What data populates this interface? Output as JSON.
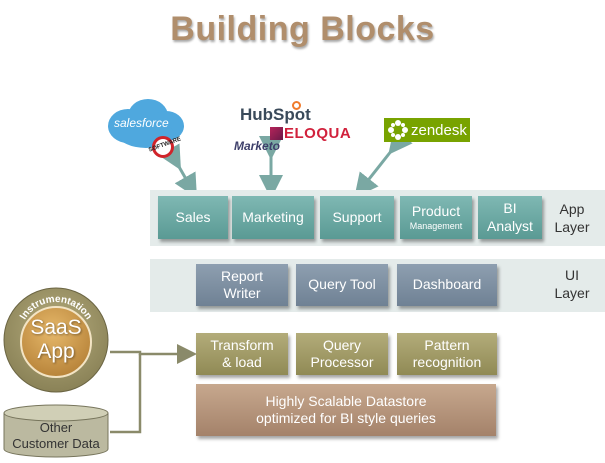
{
  "title": "Building Blocks",
  "logos": {
    "salesforce": "salesforce",
    "software": "SOFTWARE",
    "hubspot": "HubSpot",
    "eloqua": "ELOQUA",
    "marketo": "Marketo",
    "zendesk": "zendesk"
  },
  "app_layer": {
    "label_line1": "App",
    "label_line2": "Layer",
    "boxes": [
      {
        "line1": "Sales",
        "line2": ""
      },
      {
        "line1": "Marketing",
        "line2": ""
      },
      {
        "line1": "Support",
        "line2": ""
      },
      {
        "line1": "Product",
        "line2": "Management"
      },
      {
        "line1": "BI",
        "line2": "Analyst"
      }
    ]
  },
  "ui_layer": {
    "label_line1": "UI",
    "label_line2": "Layer",
    "boxes": [
      {
        "line1": "Report",
        "line2": "Writer"
      },
      {
        "line1": "Query Tool",
        "line2": ""
      },
      {
        "line1": "Dashboard",
        "line2": ""
      }
    ]
  },
  "processing": {
    "boxes": [
      {
        "line1": "Transform",
        "line2": "& load"
      },
      {
        "line1": "Query",
        "line2": "Processor"
      },
      {
        "line1": "Pattern",
        "line2": "recognition"
      }
    ]
  },
  "datastore": {
    "line1": "Highly Scalable Datastore",
    "line2": "optimized for BI style queries"
  },
  "saas": {
    "ring_label": "Instrumentation",
    "line1": "SaaS",
    "line2": "App"
  },
  "other_data": {
    "line1": "Other",
    "line2": "Customer Data"
  },
  "colors": {
    "app_box": "#6aa8a2",
    "ui_box": "#7d8fa2",
    "process_box": "#a29c68",
    "datastore_box": "#b4947c",
    "saas_core": "#c99a45",
    "title": "#b08e6c"
  }
}
